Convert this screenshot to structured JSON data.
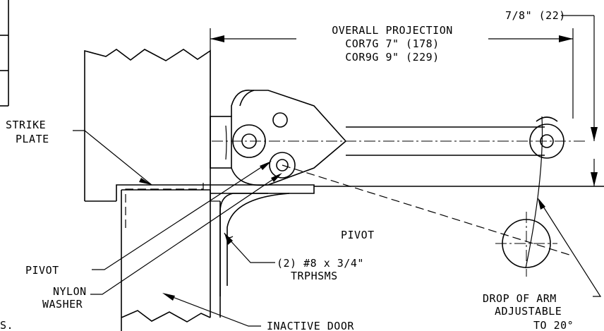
{
  "labels": {
    "overall_projection": "OVERALL PROJECTION",
    "cor7g": "COR7G 7\" (178)",
    "cor9g": "COR9G 9\" (229)",
    "offset_dim": "7/8\" (22)",
    "strike_plate_1": "STRIKE",
    "strike_plate_2": "PLATE",
    "pivot_left": "PIVOT",
    "nylon_washer_1": "NYLON",
    "nylon_washer_2": "WASHER",
    "pivot_center": "PIVOT",
    "screws_1": "(2) #8 x 3/4\"",
    "screws_2": "TRPHSMS",
    "drop_1": "DROP OF ARM",
    "drop_2": "ADJUSTABLE",
    "drop_3": "TO 20°",
    "inactive_door": "INACTIVE DOOR",
    "cut_text": "S."
  }
}
